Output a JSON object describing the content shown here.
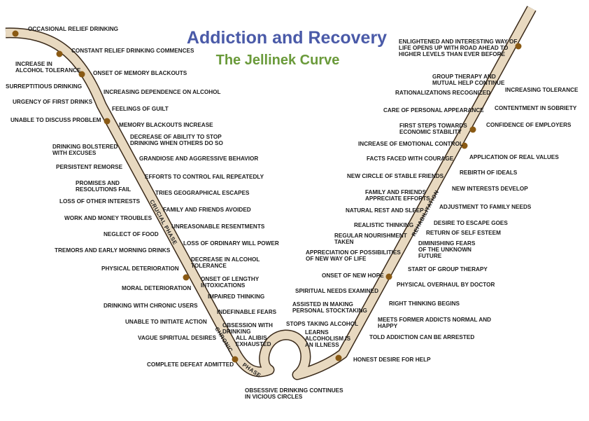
{
  "title": "Addiction and Recovery",
  "subtitle": "The Jellinek Curve",
  "colors": {
    "title": "#4a5aa8",
    "subtitle": "#6a9a3a",
    "curve_fill": "#e8d9c0",
    "curve_edge": "#3a2a1a",
    "dot": "#8a5a14",
    "text": "#1e1e1e"
  },
  "phases": {
    "crucial": "CRUCIAL PHASE",
    "chronic": "CHRONIC",
    "phase": "PHASE",
    "rehabilitation": "REHABILITATION"
  },
  "left_labels": [
    [
      "OCCASIONAL RELIEF DRINKING"
    ],
    [
      "CONSTANT RELIEF DRINKING COMMENCES"
    ],
    [
      "INCREASE IN",
      "ALCOHOL TOLERANCE"
    ],
    [
      "ONSET OF MEMORY BLACKOUTS"
    ],
    [
      "SURREPTITIOUS DRINKING"
    ],
    [
      "INCREASING DEPENDENCE ON ALCOHOL"
    ],
    [
      "URGENCY OF FIRST DRINKS"
    ],
    [
      "FEELINGS OF GUILT"
    ],
    [
      "UNABLE TO DISCUSS PROBLEM"
    ],
    [
      "MEMORY BLACKOUTS INCREASE"
    ],
    [
      "DECREASE OF ABILITY TO STOP",
      "DRINKING WHEN OTHERS DO SO"
    ],
    [
      "DRINKING BOLSTERED",
      "WITH EXCUSES"
    ],
    [
      "GRANDIOSE AND AGGRESSIVE BEHAVIOR"
    ],
    [
      "PERSISTENT REMORSE"
    ],
    [
      "EFFORTS TO CONTROL FAIL REPEATEDLY"
    ],
    [
      "PROMISES AND",
      "RESOLUTIONS FAIL"
    ],
    [
      "TRIES GEOGRAPHICAL ESCAPES"
    ],
    [
      "LOSS OF OTHER INTERESTS"
    ],
    [
      "FAMILY AND FRIENDS AVOIDED"
    ],
    [
      "WORK AND MONEY TROUBLES"
    ],
    [
      "UNREASONABLE RESENTMENTS"
    ],
    [
      "NEGLECT OF FOOD"
    ],
    [
      "LOSS OF ORDINARY WILL POWER"
    ],
    [
      "TREMORS AND EARLY MORNING DRINKS"
    ],
    [
      "DECREASE IN ALCOHOL",
      "TOLERANCE"
    ],
    [
      "PHYSICAL DETERIORATION"
    ],
    [
      "ONSET OF LENGTHY",
      "INTOXICATIONS"
    ],
    [
      "MORAL DETERIORATION"
    ],
    [
      "IMPAIRED THINKING"
    ],
    [
      "DRINKING WITH CHRONIC USERS"
    ],
    [
      "INDEFINABLE FEARS"
    ],
    [
      "UNABLE TO INITIATE ACTION"
    ],
    [
      "OBSESSION WITH",
      "DRINKING"
    ],
    [
      "VAGUE SPIRITUAL DESIRES"
    ],
    [
      "ALL ALIBIS",
      "EXHAUSTED"
    ],
    [
      "COMPLETE DEFEAT ADMITTED"
    ],
    [
      "OBSESSIVE DRINKING CONTINUES",
      "IN VICIOUS CIRCLES"
    ]
  ],
  "right_labels": [
    [
      "ENLIGHTENED AND INTERESTING WAY OF",
      "LIFE OPENS UP WITH ROAD AHEAD TO",
      "HIGHER LEVELS THAN EVER BEFORE"
    ],
    [
      "GROUP THERAPY AND",
      "MUTUAL HELP CONTINUE"
    ],
    [
      "INCREASING TOLERANCE"
    ],
    [
      "RATIONALIZATIONS RECOGNIZED"
    ],
    [
      "CARE OF PERSONAL APPEARANCE"
    ],
    [
      "CONTENTMENT IN SOBRIETY"
    ],
    [
      "FIRST STEPS TOWARDS",
      "ECONOMIC STABILITY"
    ],
    [
      "CONFIDENCE OF EMPLOYERS"
    ],
    [
      "INCREASE OF EMOTIONAL CONTROL"
    ],
    [
      "APPLICATION OF REAL VALUES"
    ],
    [
      "FACTS FACED WITH COURAGE"
    ],
    [
      "REBIRTH OF IDEALS"
    ],
    [
      "NEW CIRCLE OF STABLE FRIENDS"
    ],
    [
      "NEW INTERESTS DEVELOP"
    ],
    [
      "FAMILY AND FRIENDS",
      "APPRECIATE EFFORTS"
    ],
    [
      "ADJUSTMENT TO FAMILY NEEDS"
    ],
    [
      "NATURAL REST AND SLEEP"
    ],
    [
      "DESIRE TO ESCAPE GOES"
    ],
    [
      "REALISTIC THINKING"
    ],
    [
      "RETURN OF SELF ESTEEM"
    ],
    [
      "REGULAR NOURISHMENT",
      "TAKEN"
    ],
    [
      "DIMINISHING FEARS",
      "OF THE UNKNOWN",
      "FUTURE"
    ],
    [
      "APPRECIATION OF POSSIBILITIES",
      "OF NEW WAY OF LIFE"
    ],
    [
      "START OF GROUP THERAPY"
    ],
    [
      "ONSET OF NEW HOPE"
    ],
    [
      "PHYSICAL OVERHAUL BY DOCTOR"
    ],
    [
      "SPIRITUAL NEEDS EXAMINED"
    ],
    [
      "RIGHT THINKING BEGINS"
    ],
    [
      "ASSISTED IN MAKING",
      "PERSONAL STOCKTAKING"
    ],
    [
      "MEETS  FORMER  ADDICTS  NORMAL  AND",
      "HAPPY"
    ],
    [
      "STOPS TAKING ALCOHOL"
    ],
    [
      "LEARNS",
      "ALCOHOLISM IS",
      "AN ILLNESS"
    ],
    [
      "TOLD ADDICTION CAN BE ARRESTED"
    ],
    [
      "HONEST DESIRE FOR HELP"
    ]
  ]
}
